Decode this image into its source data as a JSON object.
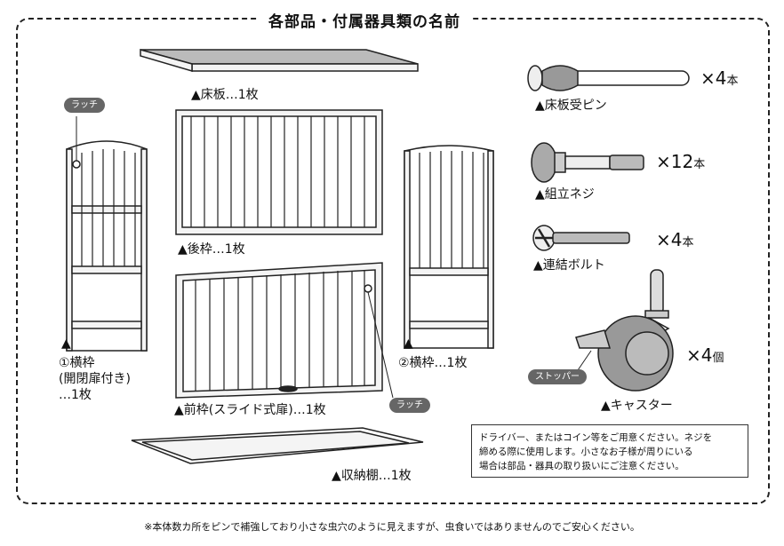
{
  "title": "各部品・付属器具類の名前",
  "parts": {
    "floorboard": "▲床板…1枚",
    "back_frame": "▲後枠…1枚",
    "side1_mark": "▲",
    "side1_line1": "①横枠",
    "side1_line2": "(開閉扉付き)",
    "side1_line3": "…1枚",
    "side2_mark": "▲",
    "side2": "②横枠…1枚",
    "front_frame": "▲前枠(スライド式扉)…1枚",
    "storage_shelf": "▲収納棚…1枚"
  },
  "tags": {
    "latch_top": "ラッチ",
    "latch_bottom": "ラッチ",
    "stopper": "ストッパー"
  },
  "accessories": {
    "pin_label": "▲床板受ピン",
    "pin_count": "×4",
    "pin_unit": "本",
    "screw_label": "▲組立ネジ",
    "screw_count": "×12",
    "screw_unit": "本",
    "bolt_label": "▲連結ボルト",
    "bolt_count": "×4",
    "bolt_unit": "本",
    "caster_label": "▲キャスター",
    "caster_count": "×4",
    "caster_unit": "個"
  },
  "note": {
    "line1": "ドライバー、またはコイン等をご用意ください。ネジを",
    "line2": "締める際に使用します。小さなお子様が周りにいる",
    "line3": "場合は部品・器具の取り扱いにご注意ください。"
  },
  "footer": "※本体数カ所をピンで補強しており小さな虫穴のように見えますが、虫食いではありませんのでご安心ください。",
  "colors": {
    "line": "#222222",
    "wood": "#f2f2f2",
    "tag_bg": "#666666"
  }
}
